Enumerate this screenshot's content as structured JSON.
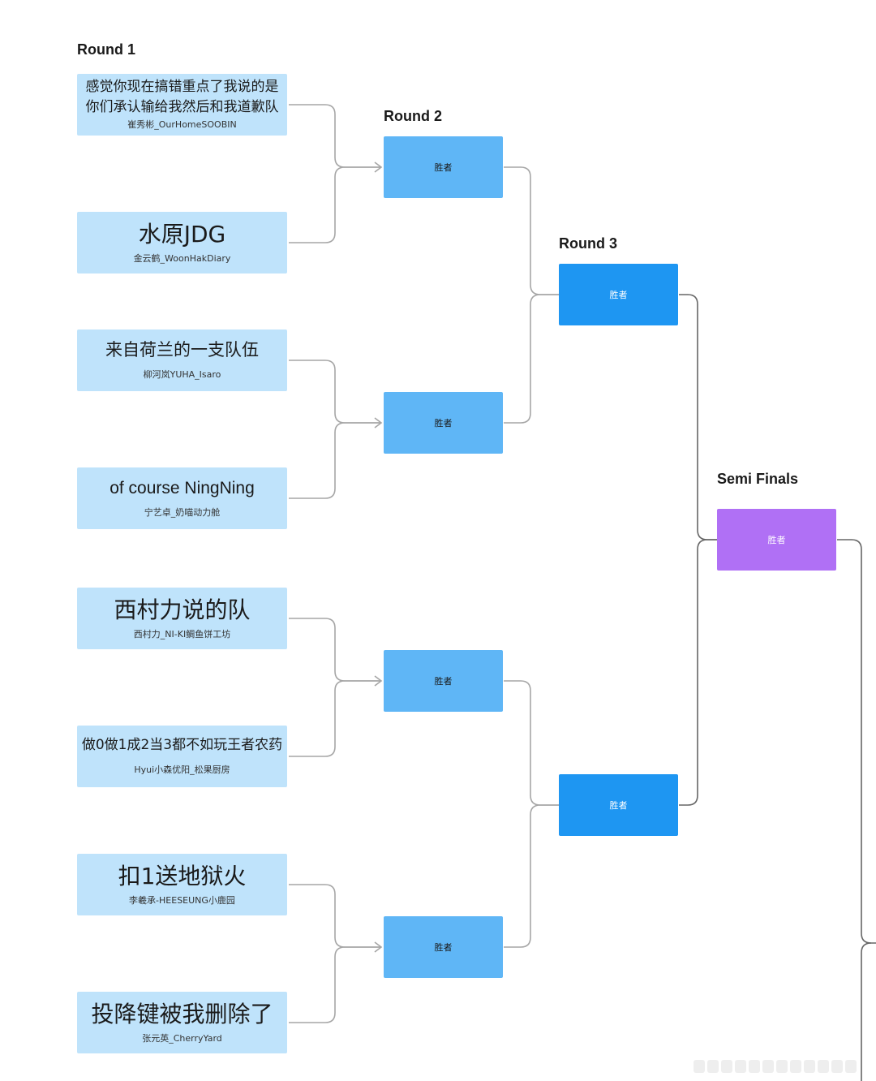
{
  "rounds": {
    "r1": "Round 1",
    "r2": "Round 2",
    "r3": "Round 3",
    "semi": "Semi Finals"
  },
  "teams": [
    {
      "name_lines": [
        "感觉你现在搞错重点了我说的是",
        "你们承认输给我然后和我道歉队"
      ],
      "author": "崔秀彬_OurHomeSOOBIN"
    },
    {
      "name_lines": [
        "水原JDG"
      ],
      "author": "金云鹤_WoonHakDiary"
    },
    {
      "name_lines": [
        "来自荷兰的一支队伍"
      ],
      "author": "柳河岚YUHA_Isaro"
    },
    {
      "name_lines": [
        "of course NingNing"
      ],
      "author": "宁艺卓_奶喵动力舱"
    },
    {
      "name_lines": [
        "西村力说的队"
      ],
      "author": "西村力_NI-KI鲷鱼饼工坊"
    },
    {
      "name_lines": [
        "做0做1成2当3都不如玩王者农药"
      ],
      "author": "Hyui小森优阳_松果厨房"
    },
    {
      "name_lines": [
        "扣1送地狱火"
      ],
      "author": "李羲承-HEESEUNG小鹿园"
    },
    {
      "name_lines": [
        "投降键被我删除了"
      ],
      "author": "张元英_CherryYard"
    }
  ],
  "winners": {
    "round2": [
      "胜者",
      "胜者",
      "胜者",
      "胜者"
    ],
    "round3": [
      "胜者",
      "胜者"
    ],
    "semi": [
      "胜者"
    ]
  },
  "colors": {
    "team_bg": "#bfe3fb",
    "round2_bg": "#5fb6f6",
    "round3_bg": "#1e96f2",
    "semi_bg": "#b070f5",
    "connector": "#a6a6a6"
  }
}
